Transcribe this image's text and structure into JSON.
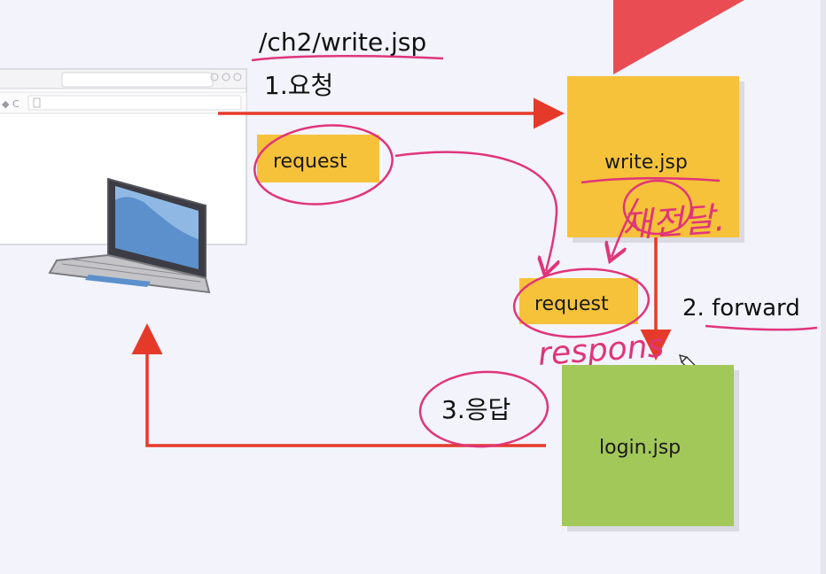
{
  "diagram": {
    "url_label": "/ch2/write.jsp",
    "step1_label": "1.요청",
    "step2_label": "2. forward",
    "step3_label": "3.응답",
    "request_tag_1": "request",
    "request_tag_2": "request",
    "write_box_label": "write.jsp",
    "login_box_label": "login.jsp",
    "handwritten_note_1": "재전달.",
    "handwritten_note_2": "respons"
  },
  "colors": {
    "arrow": "#e53a2a",
    "annotation": "#e0357a",
    "write_box": "#f5c23a",
    "login_box": "#a3c85a",
    "request_tag": "#f5c23a",
    "corner_triangle": "#e94c52"
  }
}
